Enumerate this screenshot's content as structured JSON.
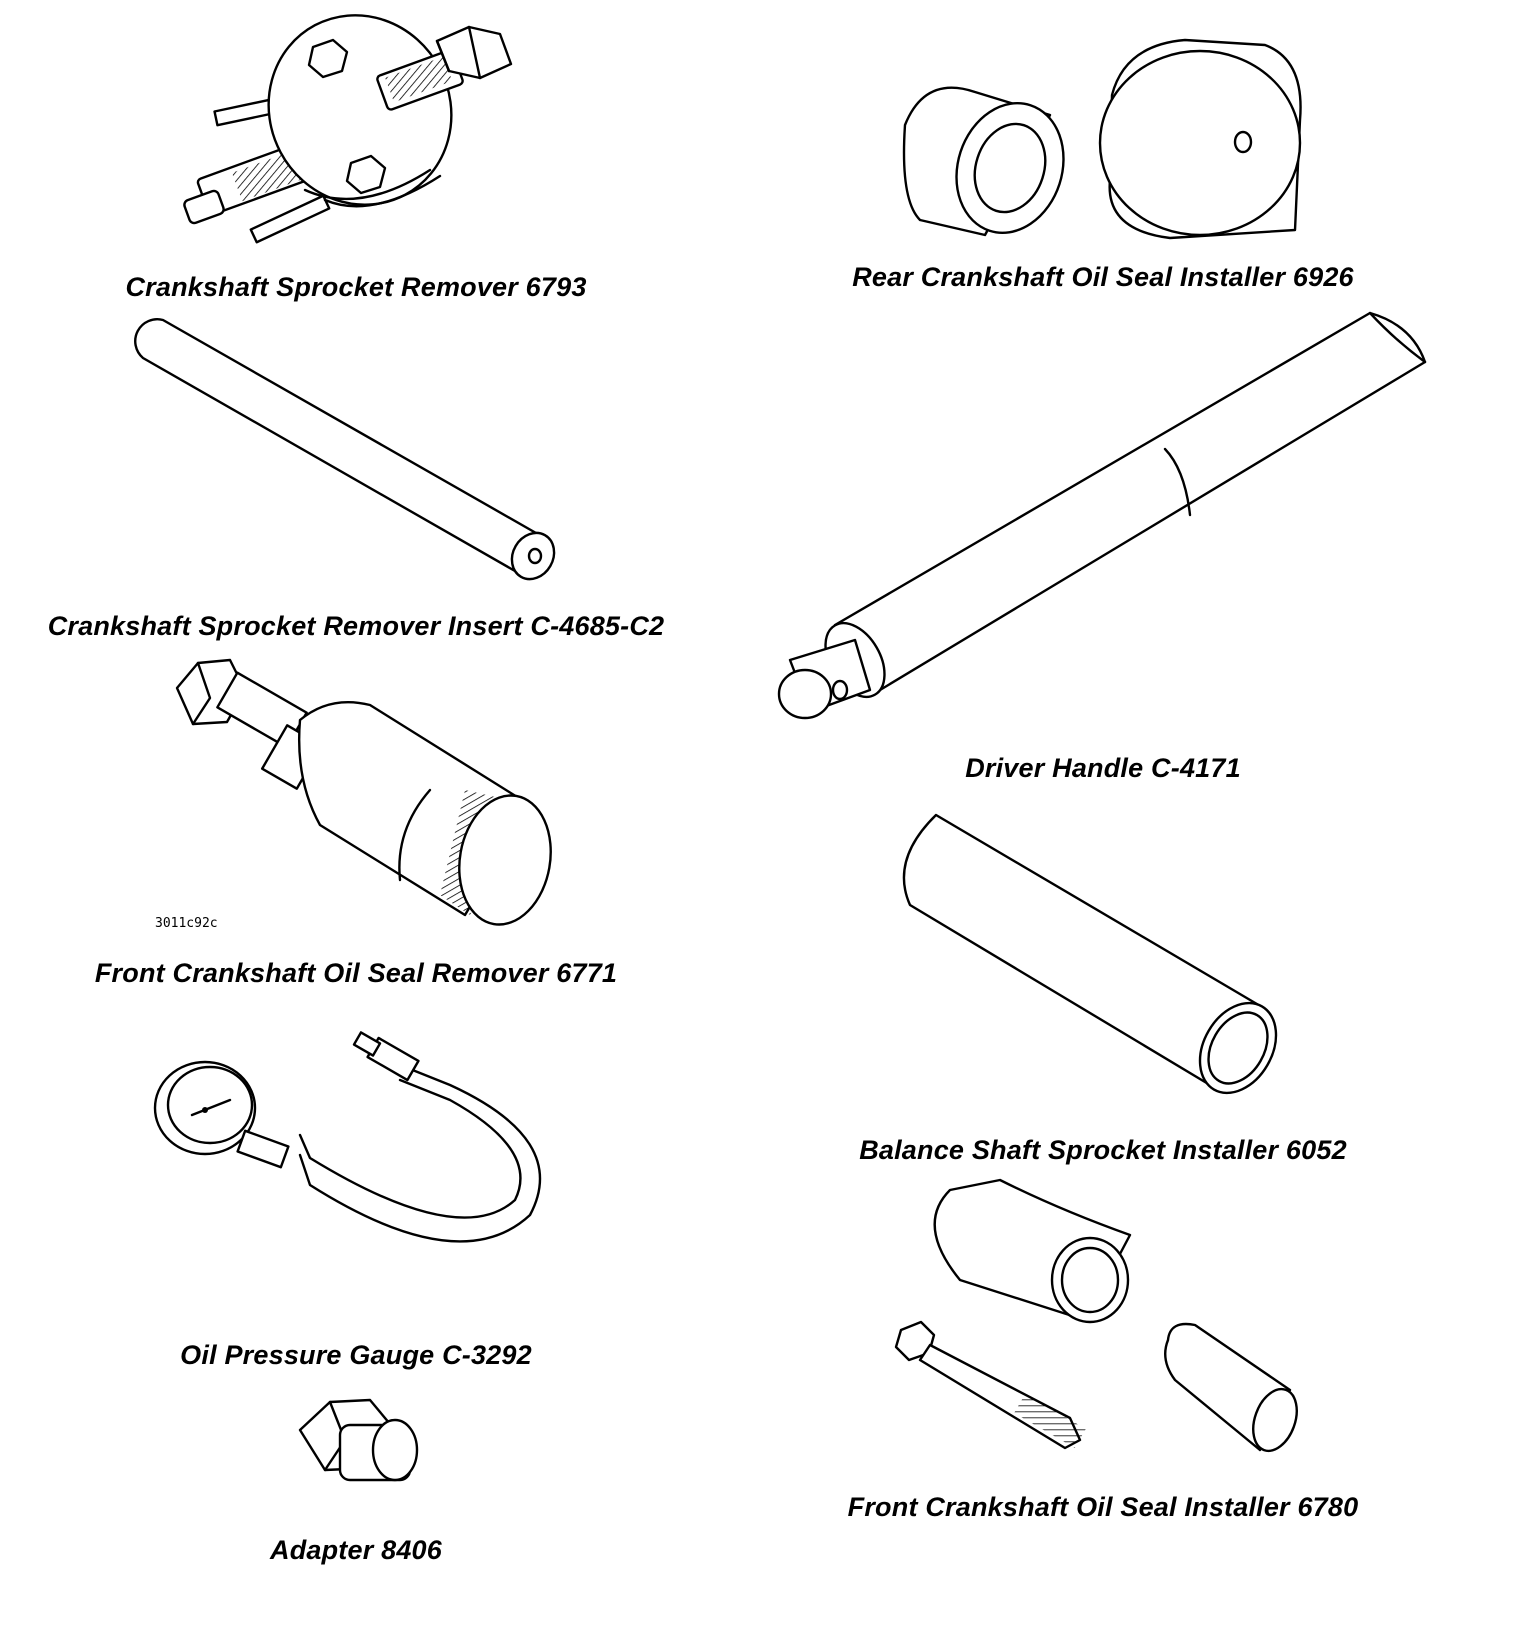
{
  "figure_code": "3011c92c",
  "tools": [
    {
      "id": "crankshaft-sprocket-remover",
      "label": "Crankshaft Sprocket Remover 6793"
    },
    {
      "id": "rear-crankshaft-oil-seal-installer",
      "label": "Rear Crankshaft Oil Seal Installer 6926"
    },
    {
      "id": "crankshaft-sprocket-remover-insert",
      "label": "Crankshaft Sprocket Remover Insert C-4685-C2"
    },
    {
      "id": "driver-handle",
      "label": "Driver Handle C-4171"
    },
    {
      "id": "front-crankshaft-oil-seal-remover",
      "label": "Front Crankshaft Oil Seal Remover 6771"
    },
    {
      "id": "balance-shaft-sprocket-installer",
      "label": "Balance Shaft Sprocket Installer 6052"
    },
    {
      "id": "oil-pressure-gauge",
      "label": "Oil Pressure Gauge C-3292"
    },
    {
      "id": "front-crankshaft-oil-seal-installer",
      "label": "Front Crankshaft Oil Seal Installer 6780"
    },
    {
      "id": "adapter",
      "label": "Adapter 8406"
    }
  ]
}
